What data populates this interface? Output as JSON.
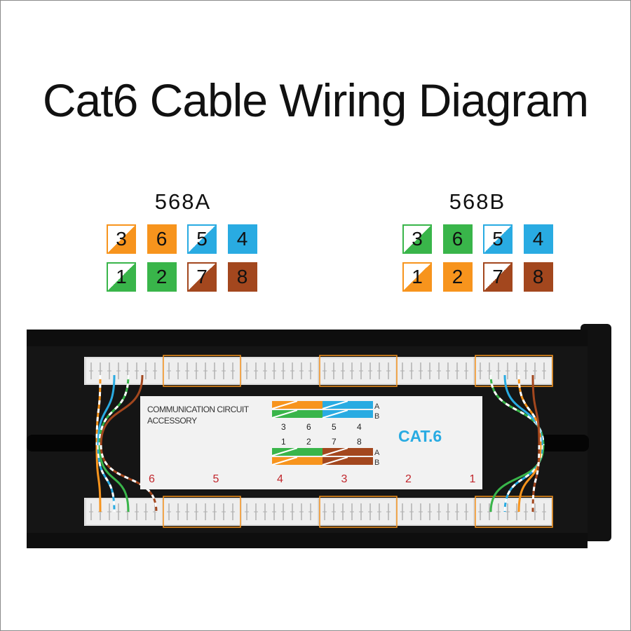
{
  "title": "Cat6 Cable Wiring Diagram",
  "colors": {
    "orange": "#f7941d",
    "green": "#39b54a",
    "blue": "#29abe2",
    "brown": "#a3471e",
    "panel": "#151515",
    "jack": "#eeeeee",
    "label_card": "#f2f2f2",
    "cat6": "#29abe2",
    "port_number": "#c1272d"
  },
  "standards": [
    {
      "label": "568A",
      "pins": [
        {
          "number": "3",
          "color": "orange",
          "striped": true
        },
        {
          "number": "6",
          "color": "orange",
          "striped": false
        },
        {
          "number": "5",
          "color": "blue",
          "striped": true
        },
        {
          "number": "4",
          "color": "blue",
          "striped": false
        },
        {
          "number": "1",
          "color": "green",
          "striped": true
        },
        {
          "number": "2",
          "color": "green",
          "striped": false
        },
        {
          "number": "7",
          "color": "brown",
          "striped": true
        },
        {
          "number": "8",
          "color": "brown",
          "striped": false
        }
      ]
    },
    {
      "label": "568B",
      "pins": [
        {
          "number": "3",
          "color": "green",
          "striped": true
        },
        {
          "number": "6",
          "color": "green",
          "striped": false
        },
        {
          "number": "5",
          "color": "blue",
          "striped": true
        },
        {
          "number": "4",
          "color": "blue",
          "striped": false
        },
        {
          "number": "1",
          "color": "orange",
          "striped": true
        },
        {
          "number": "2",
          "color": "orange",
          "striped": false
        },
        {
          "number": "7",
          "color": "brown",
          "striped": true
        },
        {
          "number": "8",
          "color": "brown",
          "striped": false
        }
      ]
    }
  ],
  "panel": {
    "label_line1": "COMMUNICATION CIRCUIT",
    "label_line2": "ACCESSORY",
    "brand": "CAT.6",
    "mini_row_a": "A",
    "mini_row_b": "B",
    "mini_row_a2": "A",
    "mini_row_b2": "B",
    "mini_top_numbers": [
      "3",
      "6",
      "5",
      "4"
    ],
    "mini_bottom_numbers": [
      "1",
      "2",
      "7",
      "8"
    ],
    "port_numbers": [
      "6",
      "5",
      "4",
      "3",
      "2",
      "1"
    ]
  }
}
